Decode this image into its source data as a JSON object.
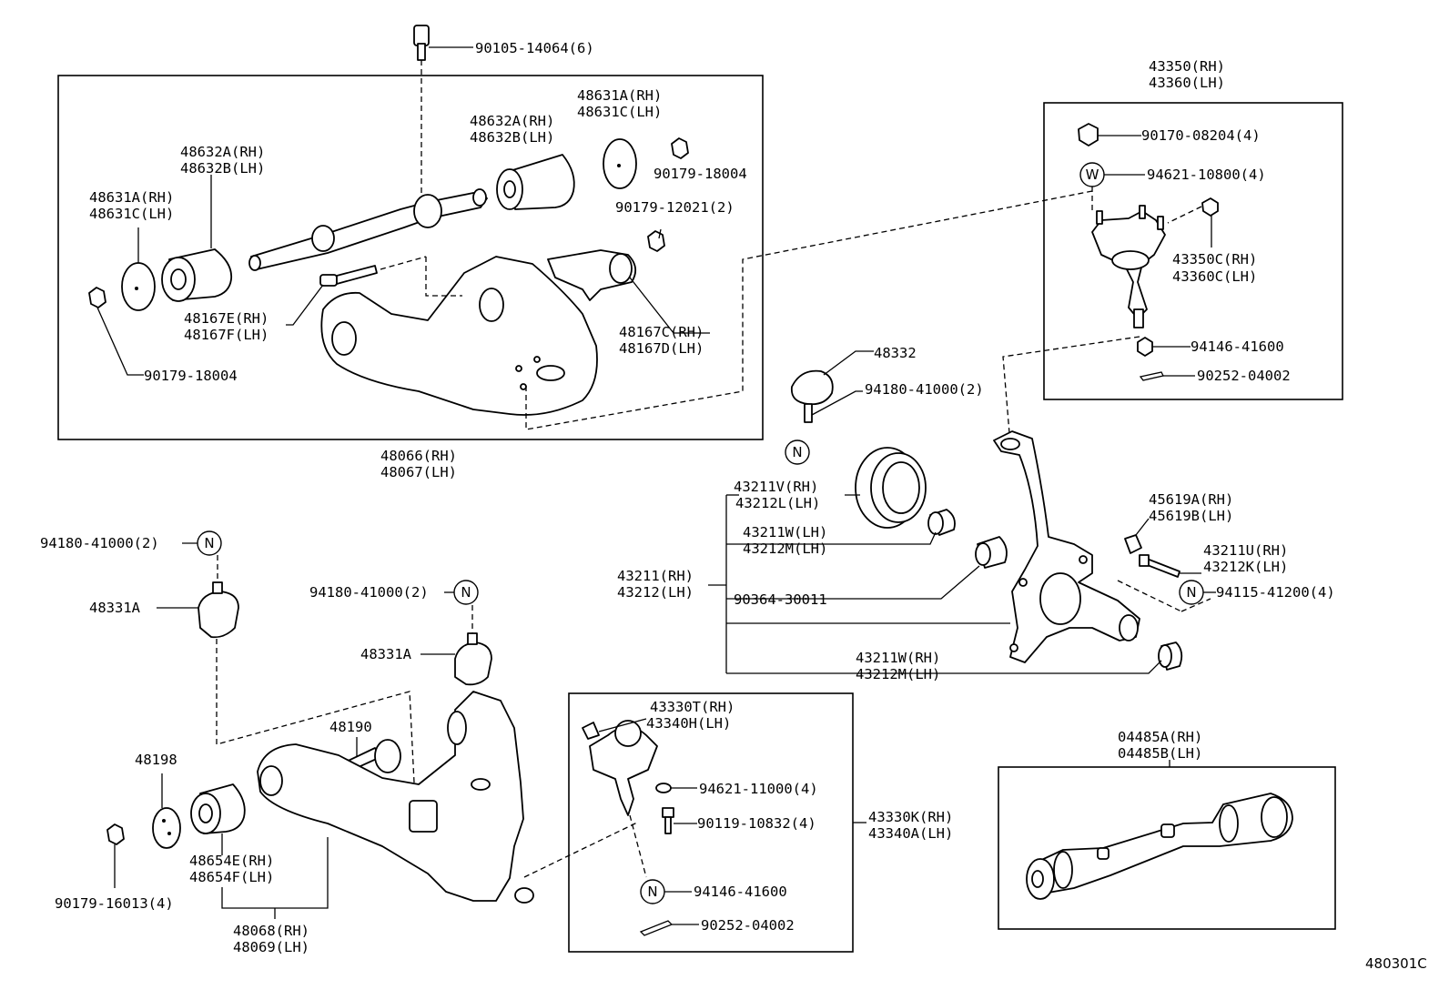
{
  "diagram_code": "480301C",
  "labels": {
    "bolt_top": "90105-14064(6)",
    "cam_plate_a_rh": "48631A(RH)",
    "cam_plate_c_lh": "48631C(LH)",
    "bush_a_rh": "48632A(RH)",
    "bush_b_lh": "48632B(LH)",
    "nut_upper_right": "90179-18004",
    "nut_upper_2": "90179-12021(2)",
    "bush_left_a_rh": "48632A(RH)",
    "bush_left_b_lh": "48632B(LH)",
    "plate_left_a_rh": "48631A(RH)",
    "plate_left_c_lh": "48631C(LH)",
    "bolt_e_rh": "48167E(RH)",
    "bolt_f_lh": "48167F(LH)",
    "shaft_c_rh": "48167C(RH)",
    "shaft_d_lh": "48167D(LH)",
    "nut_upper_left": "90179-18004",
    "upper_arm_rh": "48066(RH)",
    "upper_arm_lh": "48067(LH)",
    "stopper": "48332",
    "stopper_nut": "94180-41000(2)",
    "ball_joint_rh": "43350(RH)",
    "ball_joint_lh": "43360(LH)",
    "bj_nut": "90170-08204(4)",
    "bj_washer": "94621-10800(4)",
    "bj_c_rh": "43350C(RH)",
    "bj_c_lh": "43360C(LH)",
    "bj_castle_nut": "94146-41600",
    "bj_cotter": "90252-04002",
    "seal_v_rh": "43211V(RH)",
    "seal_l_lh": "43212L(LH)",
    "bush_w_lh": "43211W(LH)",
    "bush_m_lh": "43212M(LH)",
    "knuckle_rh": "43211(RH)",
    "knuckle_lh": "43212(LH)",
    "knuckle_part": "90364-30011",
    "kn_bush_w_rh": "43211W(RH)",
    "kn_bush_m_lh": "43212M(LH)",
    "bushing_a_rh": "45619A(RH)",
    "bushing_b_lh": "45619B(LH)",
    "bolt_u_rh": "43211U(RH)",
    "bolt_k_lh": "43212K(LH)",
    "kn_nut": "94115-41200(4)",
    "lower_stopper_nut_left": "94180-41000(2)",
    "lower_stopper_left": "48331A",
    "lower_stopper_nut_mid": "94180-41000(2)",
    "lower_stopper_mid": "48331A",
    "lower_bolt": "48190",
    "lower_plate": "48198",
    "lower_nut": "90179-16013(4)",
    "lower_bush_e_rh": "48654E(RH)",
    "lower_bush_f_lh": "48654F(LH)",
    "lower_arm_rh": "48068(RH)",
    "lower_arm_lh": "48069(LH)",
    "lower_bj_t_rh": "43330T(RH)",
    "lower_bj_h_lh": "43340H(LH)",
    "lower_bj_washer": "94621-11000(4)",
    "lower_bj_bolt": "90119-10832(4)",
    "lower_bj_nut": "94146-41600",
    "lower_bj_cotter": "90252-04002",
    "lower_bj_k_rh": "43330K(RH)",
    "lower_bj_a_lh": "43340A(LH)",
    "strut_a_rh": "04485A(RH)",
    "strut_b_lh": "04485B(LH)"
  },
  "markers": {
    "n": "N",
    "w": "W"
  }
}
